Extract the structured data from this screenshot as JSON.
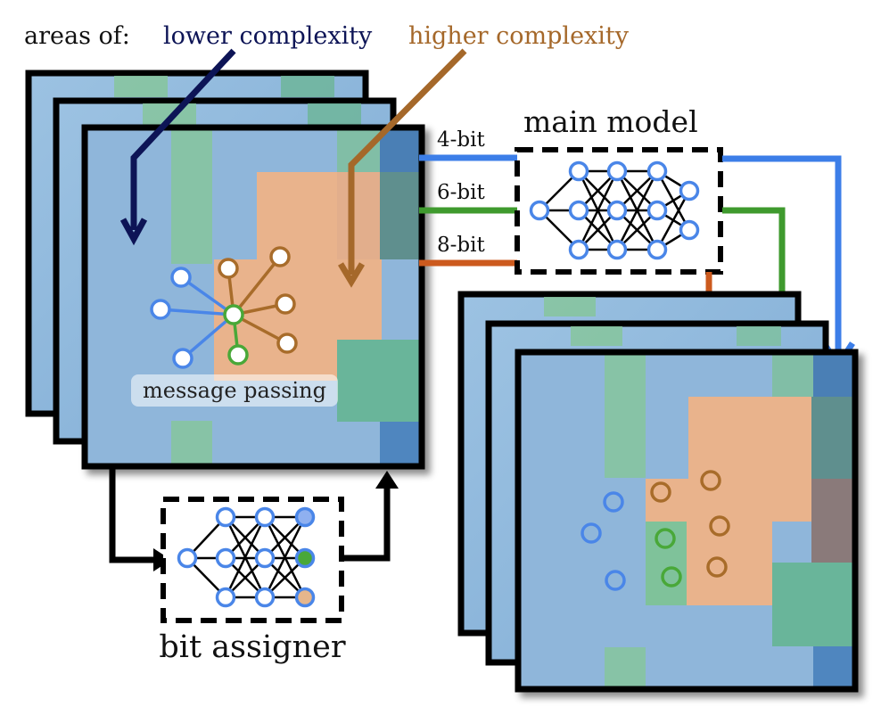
{
  "legend": {
    "prefix": "areas of:",
    "lower": "lower complexity",
    "higher": "higher complexity"
  },
  "main_model": {
    "title": "main model",
    "inputs": [
      "4-bit",
      "6-bit",
      "8-bit"
    ]
  },
  "bit_assigner": {
    "title": "bit assigner"
  },
  "message_passing": {
    "label": "message passing"
  },
  "colors": {
    "lower_complexity_text": "#0d1456",
    "higher_complexity_text": "#a5682a",
    "bit4": "#3c7ee8",
    "bit6": "#3f9a2e",
    "bit8": "#cc5a1e",
    "node_blue": "#4a86e8",
    "node_green": "#49a838",
    "node_brown": "#a86c2a",
    "field_blue": "#8fb6da",
    "field_green": "#7fc29a",
    "field_peach": "#e9b38c"
  }
}
